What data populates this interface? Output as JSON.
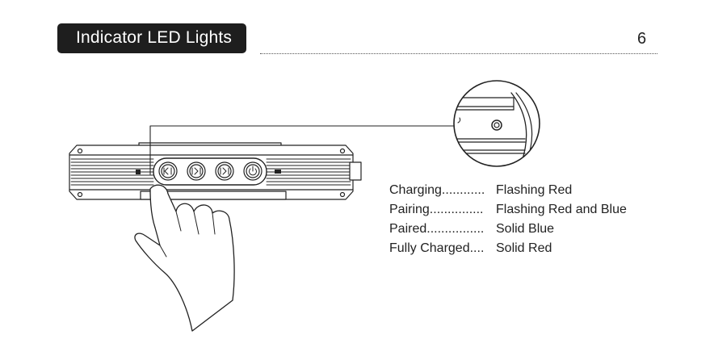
{
  "header": {
    "title": "Indicator LED Lights",
    "page_number": "6"
  },
  "indicators": [
    {
      "label": "Charging............",
      "status": "Flashing Red"
    },
    {
      "label": "Pairing...............",
      "status": "Flashing Red and Blue"
    },
    {
      "label": "Paired................",
      "status": "Solid Blue"
    },
    {
      "label": "Fully Charged....",
      "status": "Solid Red"
    }
  ]
}
